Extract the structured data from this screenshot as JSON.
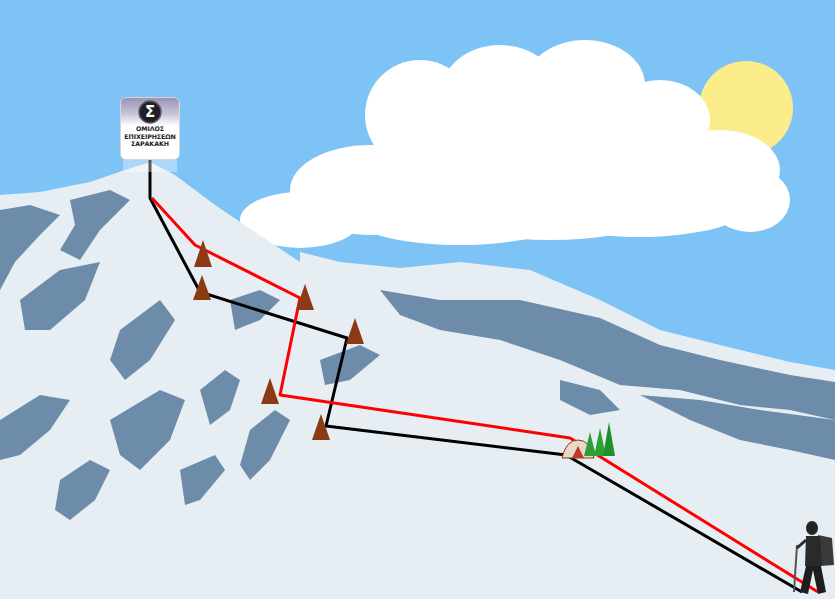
{
  "diagram": {
    "nodes": [
      {
        "text": [
          "ΟΜΙΛΟΣ ΕΠΙΧΕΙΡΗΣΕΩΝ ΣΑΡΑΚΑΚΗ"
        ]
      },
      {
        "text": [
          "Σ"
        ],
        "in": 0
      }
    ]
  }
}
